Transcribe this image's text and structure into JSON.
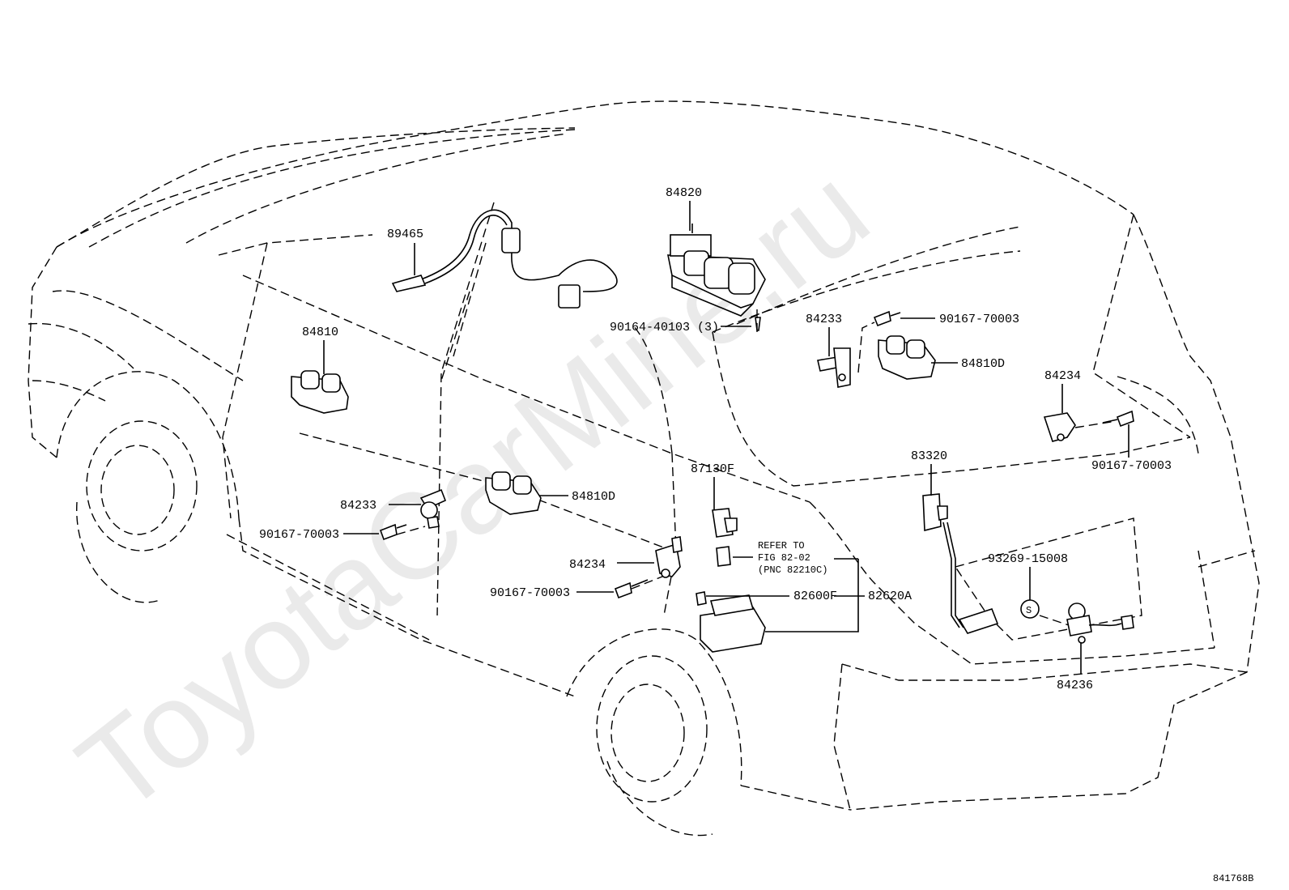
{
  "watermark": "ToyotaCarMine.ru",
  "figure_code": "841768B",
  "callouts": {
    "p84820": "84820",
    "p89465": "89465",
    "p84810": "84810",
    "p90164": "90164-40103 (3)",
    "p84233_top": "84233",
    "p90167_top": "90167-70003",
    "p84810D_right": "84810D",
    "p84234_right": "84234",
    "p90167_right": "90167-70003",
    "p83320": "83320",
    "p87130F": "87130F",
    "p84233_left": "84233",
    "p84810D_left": "84810D",
    "p90167_left": "90167-70003",
    "p84234_left": "84234",
    "p90167_bottom": "90167-70003",
    "p82600F": "82600F",
    "p82620A": "82620A",
    "p93269": "93269-15008",
    "p84236": "84236",
    "screw_symbol": "S"
  },
  "refer_note": {
    "line1": "REFER TO",
    "line2": "FIG 82-02",
    "line3": "(PNC 82210C)"
  }
}
